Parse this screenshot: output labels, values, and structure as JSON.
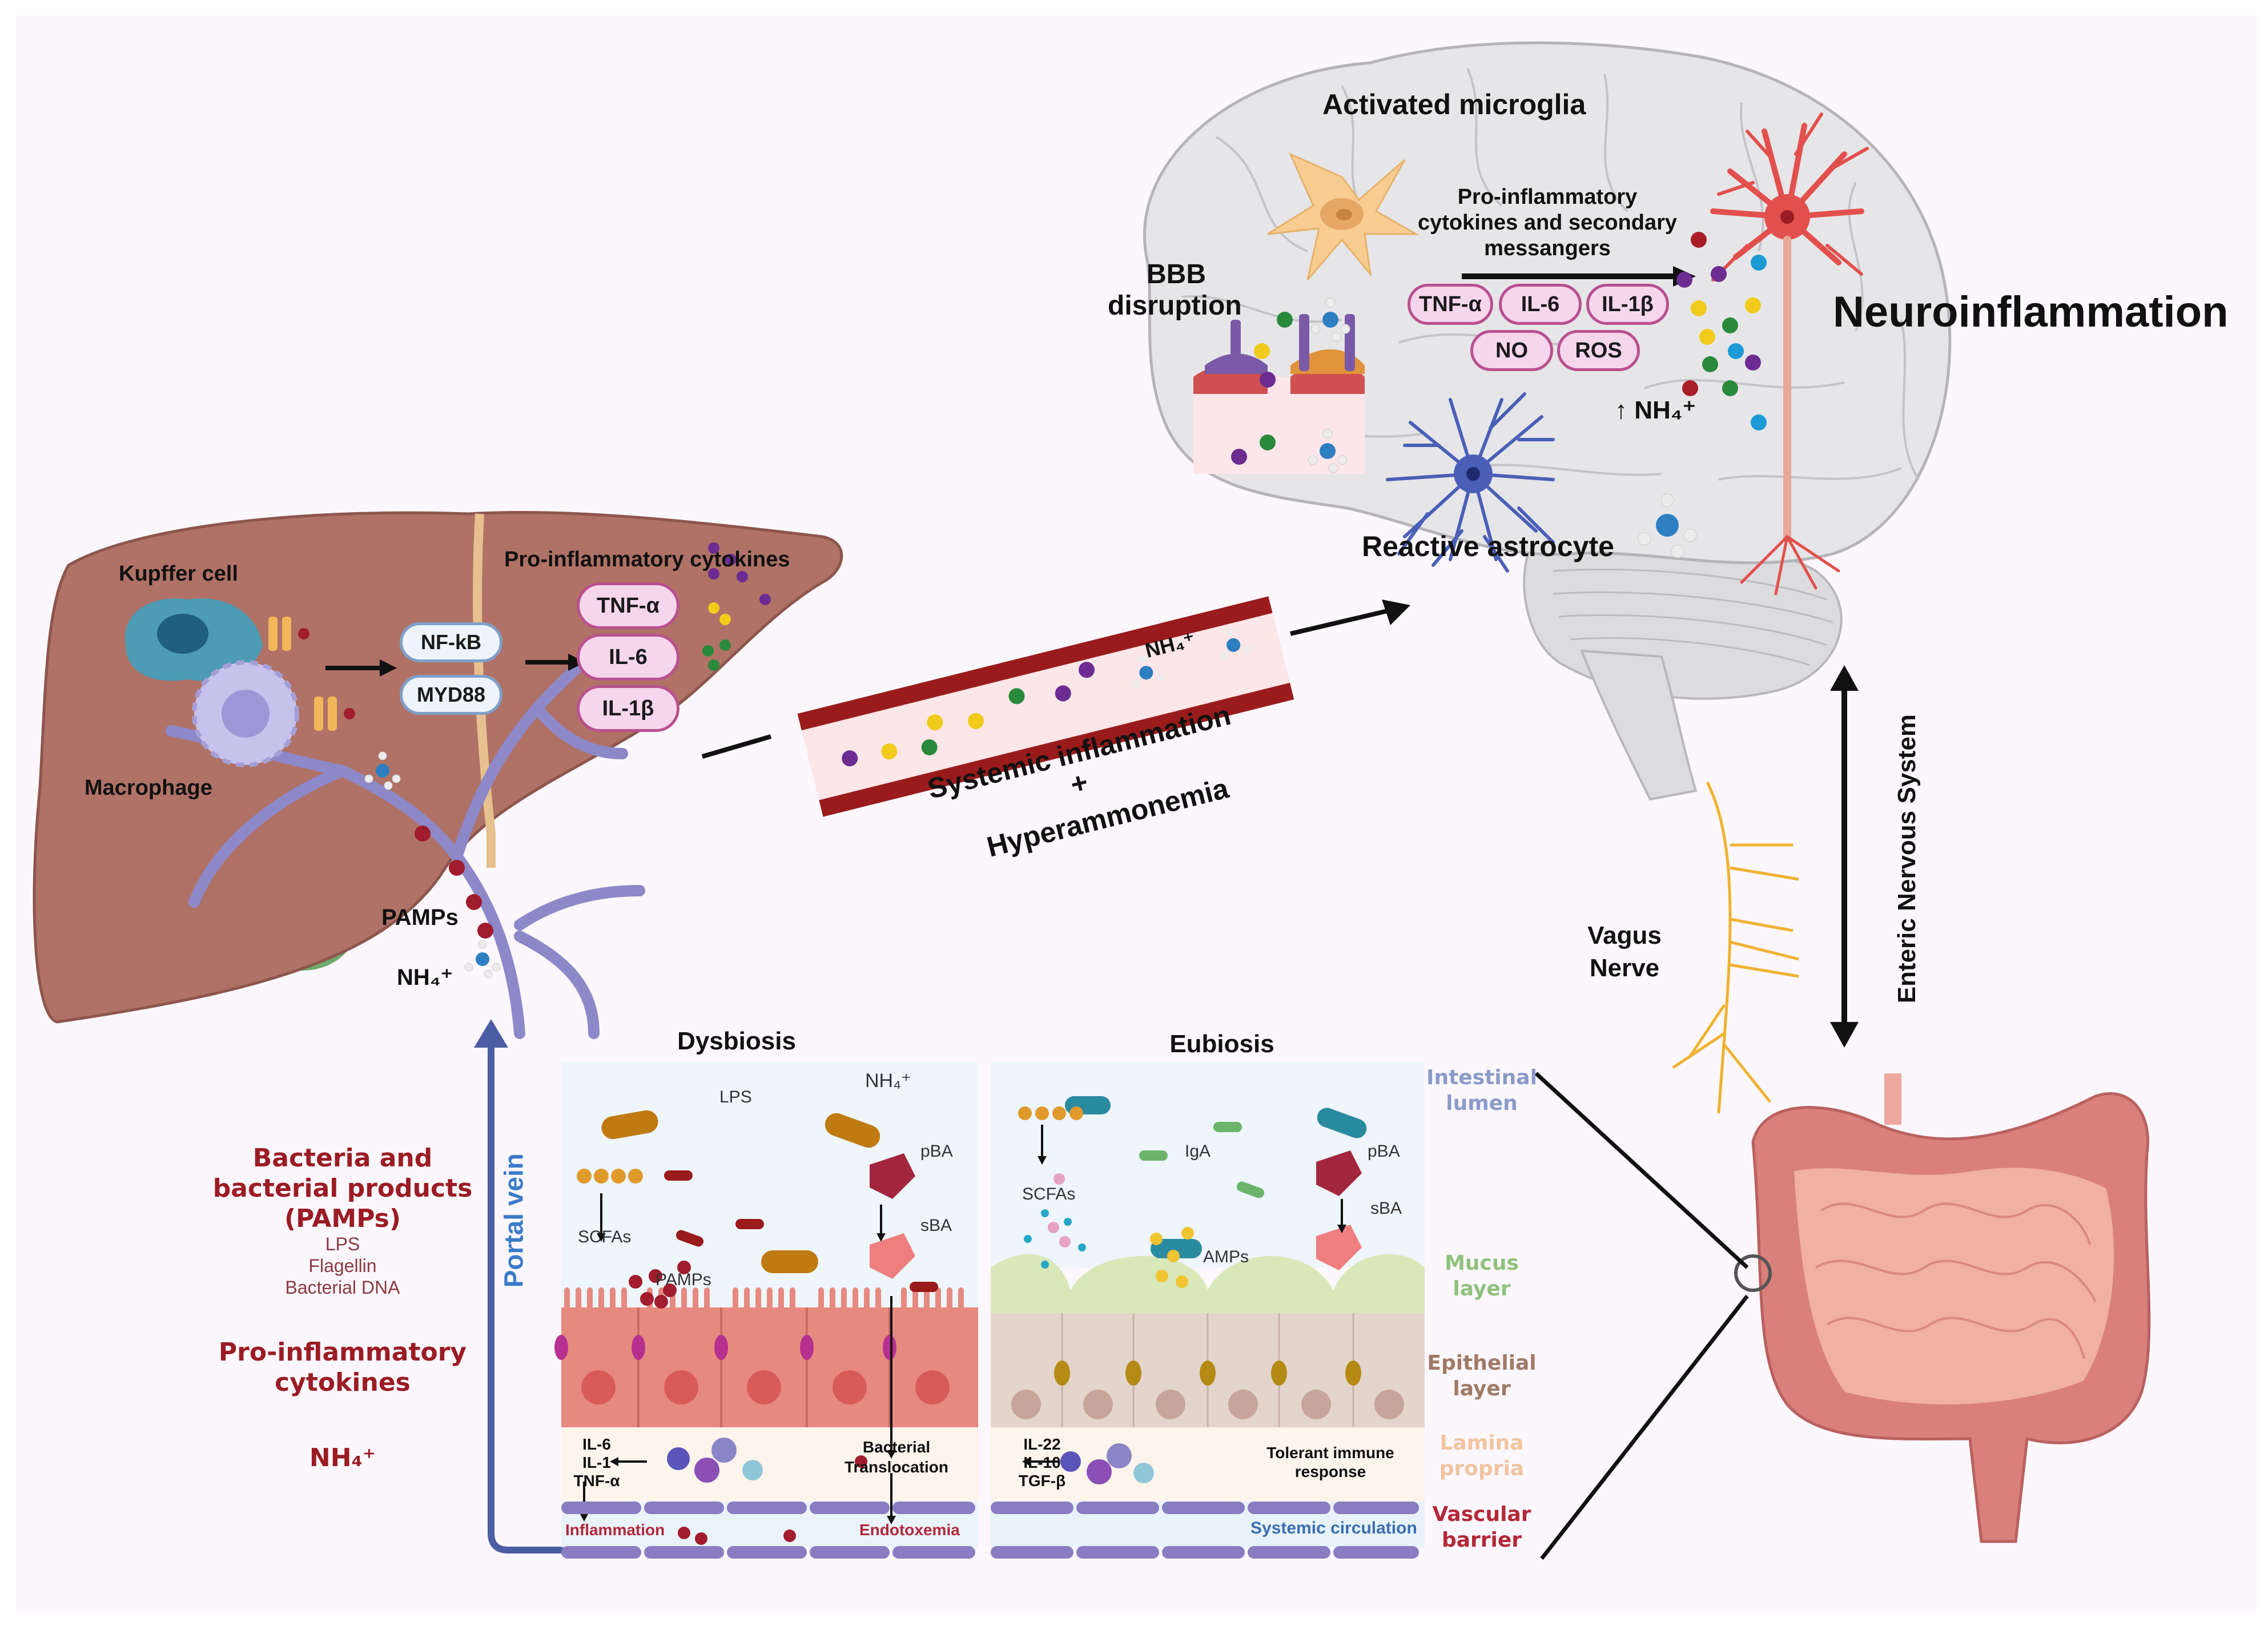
{
  "figure": {
    "title": "Gut-liver-brain axis in neuroinflammation",
    "colors": {
      "background": "#fcf7fd",
      "liver": "#b07266",
      "brain": "#e4e4e6",
      "vessel": "#9a1b1b",
      "portal_vein": "#4b5ea3",
      "dark_red_text": "#9b1c24",
      "cytokine_pill": "#f6d6ec",
      "signal_pill": "#eef4fb"
    }
  },
  "brain": {
    "activated_microglia": "Activated microglia",
    "bbb_line1": "BBB",
    "bbb_line2": "disruption",
    "arrow_caption_line1": "Pro-inflammatory",
    "arrow_caption_line2": "cytokines and secondary",
    "arrow_caption_line3": "messangers",
    "mediators": [
      "TNF-α",
      "IL-6",
      "IL-1β",
      "NO",
      "ROS"
    ],
    "ammonia_label": "↑ NH₄⁺",
    "reactive_astrocyte": "Reactive astrocyte",
    "title": "Neuroinflammation"
  },
  "liver": {
    "kupffer_cell": "Kupffer cell",
    "macrophage": "Macrophage",
    "signaling": [
      "NF-kB",
      "MYD88"
    ],
    "cytokines_title": "Pro-inflammatory cytokines",
    "cytokines": [
      "TNF-α",
      "IL-6",
      "IL-1β"
    ],
    "pamps_label": "PAMPs",
    "ammonia_label": "NH₄⁺"
  },
  "vessel": {
    "ammonia_label": "NH₄⁺",
    "caption_line1": "Systemic inflammation",
    "caption_line2": "+",
    "caption_line3": "Hyperammonemia"
  },
  "axis": {
    "vagus_line1": "Vagus",
    "vagus_line2": "Nerve",
    "enteric": "Enteric Nervous System"
  },
  "left_panel": {
    "bacteria_line1": "Bacteria and",
    "bacteria_line2": "bacterial products",
    "bacteria_line3": "(PAMPs)",
    "pamp_items": [
      "LPS",
      "Flagellin",
      "Bacterial DNA"
    ],
    "cytokines_line1": "Pro-inflammatory",
    "cytokines_line2": "cytokines",
    "ammonia": "NH₄⁺",
    "portal_vein": "Portal vein"
  },
  "dysbiosis": {
    "title": "Dysbiosis",
    "lps": "LPS",
    "ammonia": "NH₄⁺",
    "pba": "pBA",
    "sba": "sBA",
    "scfas": "SCFAs",
    "pamps": "PAMPs",
    "cytokines": [
      "IL-6",
      "IL-1",
      "TNF-α"
    ],
    "bacterial_translocation_line1": "Bacterial",
    "bacterial_translocation_line2": "Translocation",
    "inflammation": "Inflammation",
    "endotoxemia": "Endotoxemia"
  },
  "eubiosis": {
    "title": "Eubiosis",
    "iga": "IgA",
    "pba": "pBA",
    "sba": "sBA",
    "scfas": "SCFAs",
    "amps": "AMPs",
    "cytokines": [
      "IL-22",
      "IL-10",
      "TGF-β"
    ],
    "tolerant_line1": "Tolerant immune",
    "tolerant_line2": "response",
    "systemic_circulation": "Systemic circulation"
  },
  "layers": [
    {
      "line1": "Intestinal",
      "line2": "lumen",
      "color": "#8b9bc8"
    },
    {
      "line1": "Mucus",
      "line2": "layer",
      "color": "#8fc27c"
    },
    {
      "line1": "Epithelial",
      "line2": "layer",
      "color": "#a07a66"
    },
    {
      "line1": "Lamina",
      "line2": "propria",
      "color": "#f1c49f"
    },
    {
      "line1": "Vascular",
      "line2": "barrier",
      "color": "#b3283a"
    }
  ]
}
